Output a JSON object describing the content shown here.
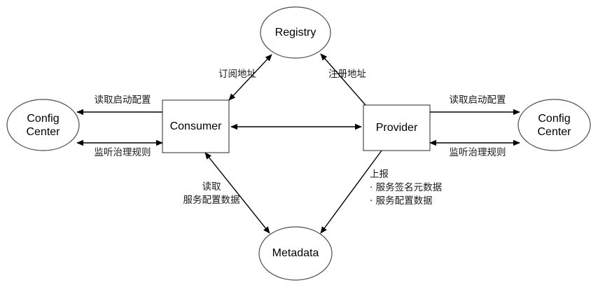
{
  "diagram": {
    "type": "architecture-flow-diagram",
    "background_color": "#ffffff",
    "node_stroke_color": "#4d4d4d",
    "edge_color": "#000000",
    "nodes": [
      {
        "id": "registry",
        "label": "Registry",
        "shape": "ellipse"
      },
      {
        "id": "consumer",
        "label": "Consumer",
        "shape": "rectangle"
      },
      {
        "id": "provider",
        "label": "Provider",
        "shape": "rectangle"
      },
      {
        "id": "config_left",
        "label": "Config\nCenter",
        "shape": "ellipse"
      },
      {
        "id": "config_right",
        "label": "Config\nCenter",
        "shape": "ellipse"
      },
      {
        "id": "metadata",
        "label": "Metadata",
        "shape": "ellipse"
      }
    ],
    "edges": [
      {
        "id": "consumer-registry",
        "from": "consumer",
        "to": "registry",
        "label": "订阅地址",
        "direction": "both"
      },
      {
        "id": "provider-registry",
        "from": "provider",
        "to": "registry",
        "label": "注册地址",
        "direction": "forward"
      },
      {
        "id": "consumer-config-read",
        "from": "consumer",
        "to": "config_left",
        "label": "读取启动配置",
        "direction": "forward"
      },
      {
        "id": "consumer-config-watch",
        "from": "consumer",
        "to": "config_left",
        "label": "监听治理规则",
        "direction": "both"
      },
      {
        "id": "provider-config-read",
        "from": "provider",
        "to": "config_right",
        "label": "读取启动配置",
        "direction": "forward"
      },
      {
        "id": "provider-config-watch",
        "from": "provider",
        "to": "config_right",
        "label": "监听治理规则",
        "direction": "both"
      },
      {
        "id": "consumer-provider",
        "from": "consumer",
        "to": "provider",
        "label": "",
        "direction": "both"
      },
      {
        "id": "consumer-metadata",
        "from": "consumer",
        "to": "metadata",
        "label": "读取\n服务配置数据",
        "direction": "both"
      },
      {
        "id": "provider-metadata",
        "from": "provider",
        "to": "metadata",
        "label": "上报\n· 服务签名元数据\n· 服务配置数据",
        "direction": "forward"
      }
    ]
  }
}
